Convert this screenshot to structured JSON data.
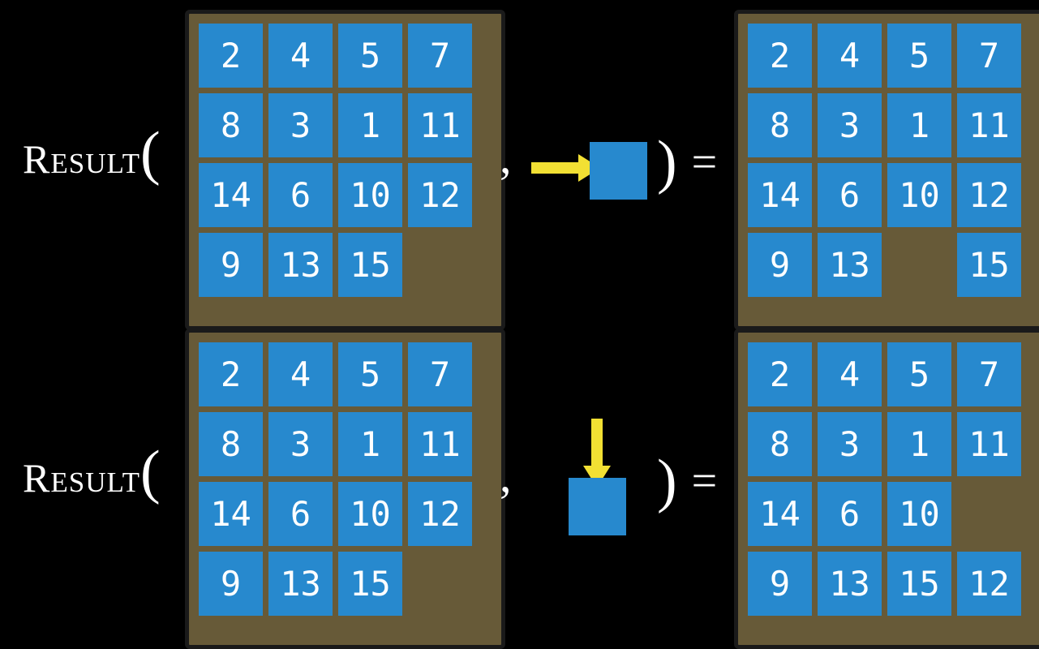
{
  "colors": {
    "background": "#000000",
    "board": "#675a38",
    "board_border": "#1a1a1a",
    "tile": "#2789ce",
    "tile_text": "#ffffff",
    "arrow": "#f2e033",
    "text": "#ffffff"
  },
  "equations": [
    {
      "function_name": "Result",
      "open_paren": "(",
      "comma": ",",
      "close_paren": ")",
      "equals_sign": "=",
      "move_direction": "right",
      "input_board": [
        [
          "2",
          "4",
          "5",
          "7"
        ],
        [
          "8",
          "3",
          "1",
          "11"
        ],
        [
          "14",
          "6",
          "10",
          "12"
        ],
        [
          "9",
          "13",
          "15",
          ""
        ]
      ],
      "output_board": [
        [
          "2",
          "4",
          "5",
          "7"
        ],
        [
          "8",
          "3",
          "1",
          "11"
        ],
        [
          "14",
          "6",
          "10",
          "12"
        ],
        [
          "9",
          "13",
          "",
          "15"
        ]
      ]
    },
    {
      "function_name": "Result",
      "open_paren": "(",
      "comma": ",",
      "close_paren": ")",
      "equals_sign": "=",
      "move_direction": "down",
      "input_board": [
        [
          "2",
          "4",
          "5",
          "7"
        ],
        [
          "8",
          "3",
          "1",
          "11"
        ],
        [
          "14",
          "6",
          "10",
          "12"
        ],
        [
          "9",
          "13",
          "15",
          ""
        ]
      ],
      "output_board": [
        [
          "2",
          "4",
          "5",
          "7"
        ],
        [
          "8",
          "3",
          "1",
          "11"
        ],
        [
          "14",
          "6",
          "10",
          ""
        ],
        [
          "9",
          "13",
          "15",
          "12"
        ]
      ]
    }
  ]
}
